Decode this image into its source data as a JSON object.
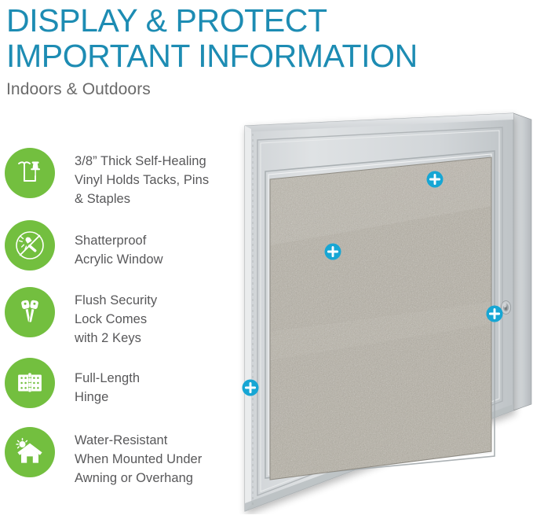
{
  "header": {
    "headline_line1": "DISPLAY & PROTECT",
    "headline_line2": "IMPORTANT INFORMATION",
    "subhead": "Indoors & Outdoors",
    "headline_color": "#1d8cb3",
    "subhead_color": "#6a6a6a"
  },
  "theme": {
    "badge_green": "#73bf3f",
    "marker_cyan": "#17a6d4",
    "line_green": "#7ac143",
    "line_cyan": "#13a5d6",
    "text_gray": "#58585a",
    "frame_light": "#d8dadc",
    "frame_mid": "#c3c7ca",
    "frame_dark": "#a9aeb1",
    "board_color": "#b7b3aa"
  },
  "features": [
    {
      "id": "self-healing-vinyl",
      "icon": "tack-pin-staple-icon",
      "label": "3/8” Thick Self-Healing\nVinyl Holds Tacks, Pins\n& Staples",
      "marker": "plus-marker"
    },
    {
      "id": "shatterproof-acrylic",
      "icon": "no-hammer-icon",
      "label": "Shatterproof\nAcrylic Window",
      "marker": "plus-marker"
    },
    {
      "id": "flush-security-lock",
      "icon": "two-keys-icon",
      "label": "Flush Security\nLock Comes\nwith 2 Keys",
      "marker": "plus-marker"
    },
    {
      "id": "full-length-hinge",
      "icon": "door-hinge-icon",
      "label": "Full-Length\nHinge",
      "marker": "plus-marker"
    },
    {
      "id": "water-resistant",
      "icon": "house-weather-icon",
      "label": "Water-Resistant\nWhen Mounted Under\nAwning or Overhang",
      "marker": null
    }
  ],
  "product": {
    "name": "enclosed-bulletin-board-display-case",
    "description": "Silver framed lockable enclosed display case with gray vinyl tack board and acrylic window",
    "parts": {
      "outer_frame": "aluminum-frame",
      "inner_bezel": "inner-bezel",
      "board_surface": "vinyl-tack-board",
      "lock": "flush-cam-lock",
      "side_depth": "case-side-panel"
    }
  }
}
